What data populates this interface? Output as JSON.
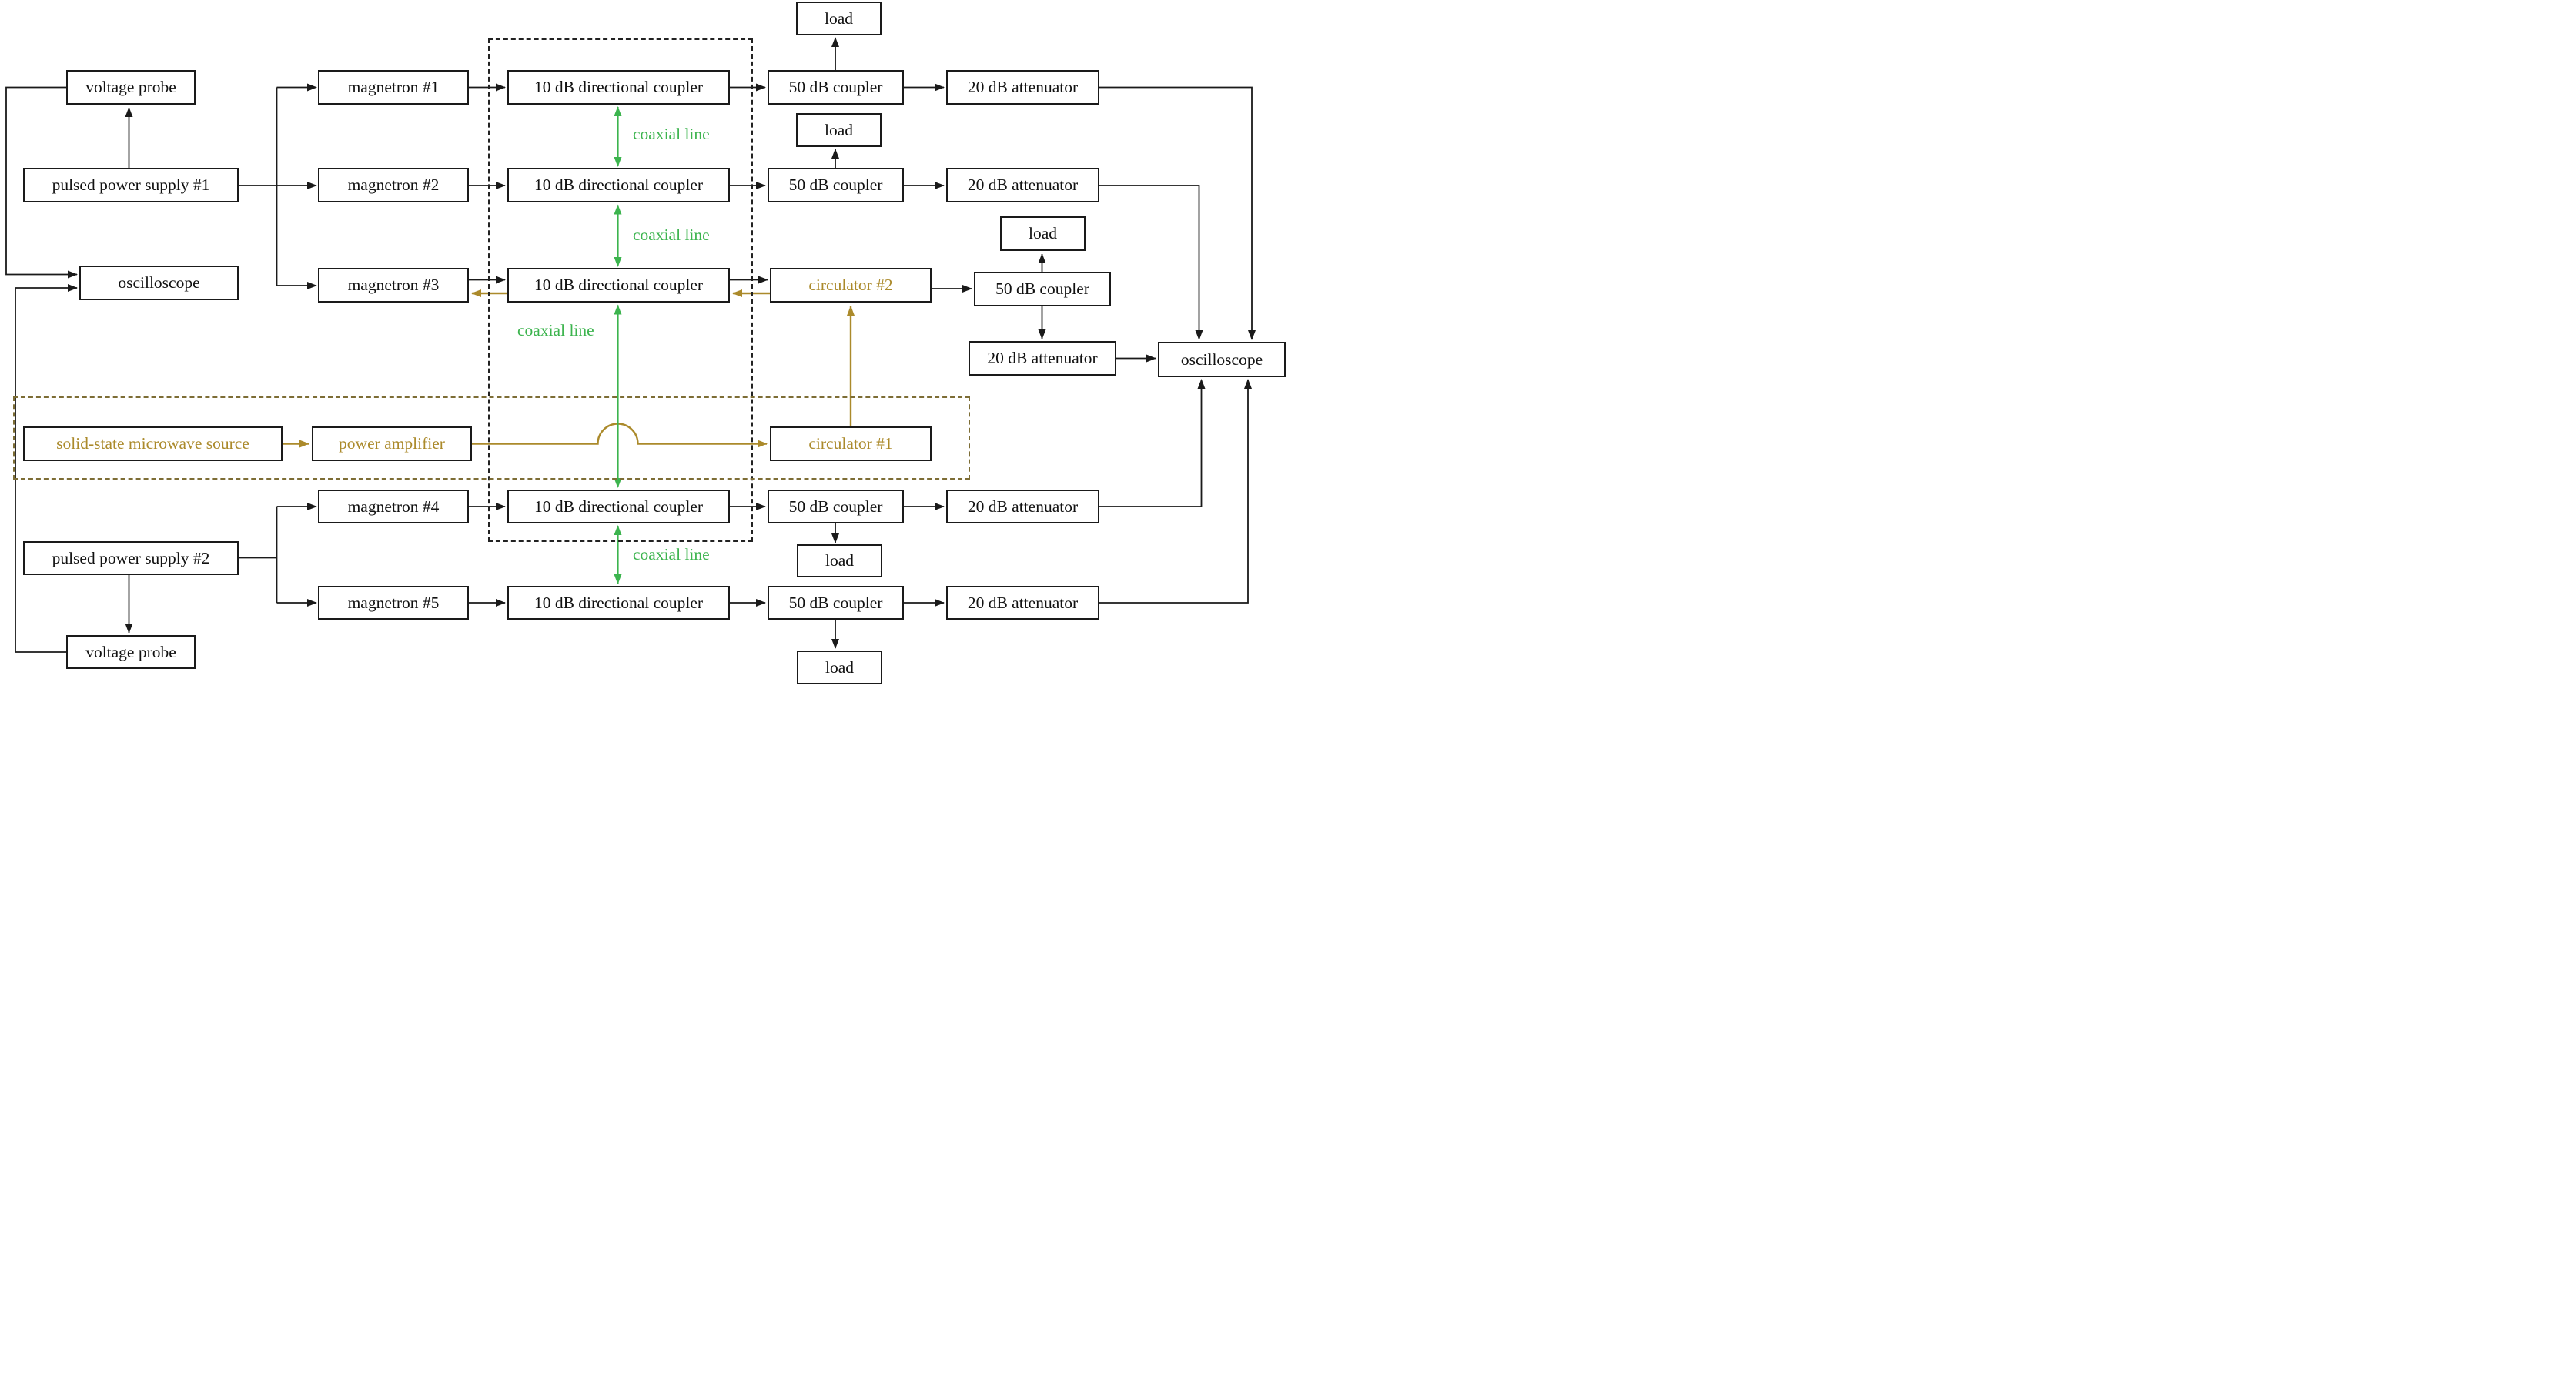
{
  "colors": {
    "ink": "#1a1a1a",
    "green": "#3cb44e",
    "olive": "#ab8a2b",
    "olive-dash": "#7d6d35"
  },
  "nodes": {
    "load1": {
      "label": "load"
    },
    "vprobe1": {
      "label": "voltage probe"
    },
    "mag1": {
      "label": "magnetron #1"
    },
    "dc1": {
      "label": "10 dB directional coupler"
    },
    "c50_1": {
      "label": "50 dB coupler"
    },
    "att1": {
      "label": "20 dB attenuator"
    },
    "load2": {
      "label": "load"
    },
    "pps1": {
      "label": "pulsed power supply #1"
    },
    "mag2": {
      "label": "magnetron #2"
    },
    "dc2": {
      "label": "10 dB directional coupler"
    },
    "c50_2": {
      "label": "50 dB coupler"
    },
    "att2": {
      "label": "20 dB attenuator"
    },
    "load3": {
      "label": "load"
    },
    "osc_left": {
      "label": "oscilloscope"
    },
    "mag3": {
      "label": "magnetron #3"
    },
    "dc3": {
      "label": "10 dB directional coupler"
    },
    "circ2": {
      "label": "circulator #2"
    },
    "c50_3": {
      "label": "50 dB coupler"
    },
    "att3": {
      "label": "20 dB attenuator"
    },
    "osc_right": {
      "label": "oscilloscope"
    },
    "ssms": {
      "label": "solid-state microwave source"
    },
    "pamp": {
      "label": "power amplifier"
    },
    "circ1": {
      "label": "circulator #1"
    },
    "mag4": {
      "label": "magnetron #4"
    },
    "dc4": {
      "label": "10 dB directional coupler"
    },
    "c50_4": {
      "label": "50 dB coupler"
    },
    "att4": {
      "label": "20 dB attenuator"
    },
    "pps2": {
      "label": "pulsed power supply #2"
    },
    "load4": {
      "label": "load"
    },
    "mag5": {
      "label": "magnetron #5"
    },
    "dc5": {
      "label": "10 dB directional coupler"
    },
    "c50_5": {
      "label": "50 dB coupler"
    },
    "att5": {
      "label": "20 dB attenuator"
    },
    "vprobe2": {
      "label": "voltage probe"
    },
    "load5": {
      "label": "load"
    }
  },
  "labels": {
    "coax1": "coaxial line",
    "coax2": "coaxial line",
    "coax3": "coaxial line",
    "coax4": "coaxial line"
  }
}
